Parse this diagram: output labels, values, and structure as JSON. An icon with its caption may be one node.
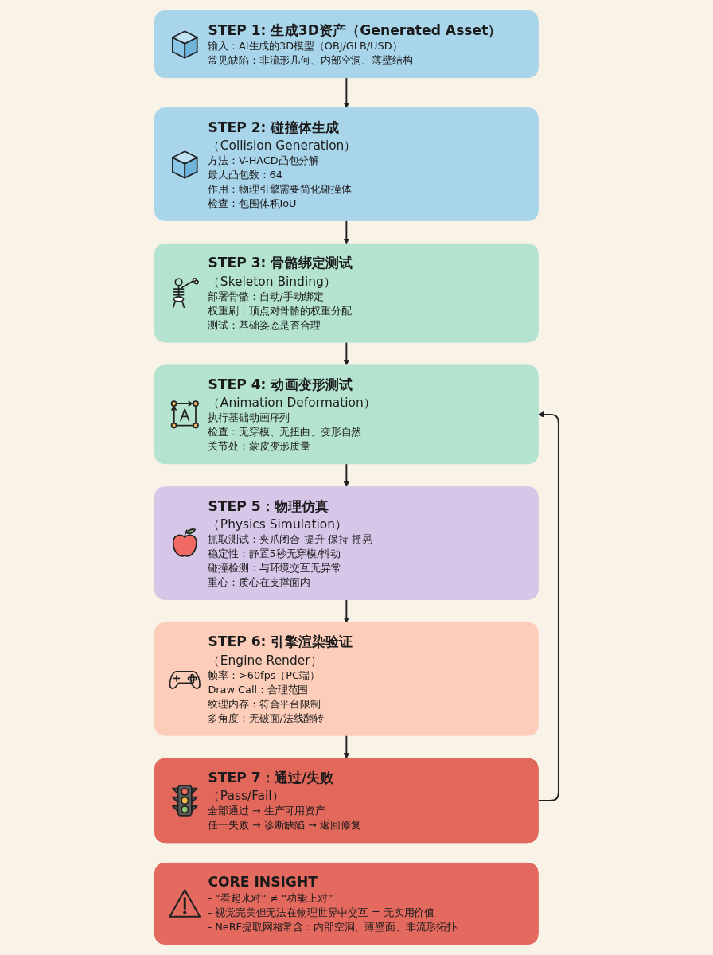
{
  "diagram": {
    "nodes": [
      {
        "text": [
          "STEP 1: 生成3D资产（Generated Asset）",
          "输入：AI生成的3D模型（OBJ/GLB/USD）",
          "常见缺陷：非流形几何、内部空洞、薄壁结构"
        ]
      },
      {
        "text": [
          "STEP 2: 碰撞体生成",
          "（Collision Generation）",
          "方法：V-HACD凸包分解",
          "最大凸包数：64",
          "作用：物理引擎需要简化碰撞体",
          "检查：包围体积IoU"
        ]
      },
      {
        "text": [
          "STEP 3: 骨骼绑定测试",
          "（Skeleton Binding）",
          "部署骨骼：自动/手动绑定",
          "权重刷：顶点对骨骼的权重分配",
          "测试：基础姿态是否合理"
        ]
      },
      {
        "text": [
          "STEP 4: 动画变形测试",
          "（Animation Deformation）",
          "执行基础动画序列",
          "检查：无穿模、无扭曲、变形自然",
          "关节处：蒙皮变形质量"
        ]
      },
      {
        "text": [
          "STEP 5：物理仿真",
          "（Physics Simulation）",
          "抓取测试：夹爪闭合-提升-保持-摇晃",
          "稳定性：静置5秒无穿模/抖动",
          "碰撞检测：与环境交互无异常",
          "重心：质心在支撑面内"
        ]
      },
      {
        "text": [
          "STEP 6: 引擎渲染验证",
          "（Engine Render）",
          "帧率：>60fps（PC端）",
          "Draw Call：合理范围",
          "纹理内存：符合平台限制",
          "多角度：无破面/法线翻转"
        ]
      },
      {
        "text": [
          "STEP 7：通过/失败",
          "（Pass/Fail）",
          "全部通过 → 生产可用资产",
          "任一失败 → 诊断缺陷 → 返回修复"
        ]
      },
      {
        "text": [
          "CORE INSIGHT",
          "- “看起来对” ≠ “功能上对”",
          "- 视觉完美但无法在物理世界中交互 = 无实用价值",
          "- NeRF提取网格常含：内部空洞、薄壁面、非流形拓扑"
        ]
      }
    ],
    "edges": [
      {
        "from": 0,
        "to": 1,
        "arrow": "to"
      },
      {
        "from": 1,
        "to": 2,
        "arrow": "to"
      },
      {
        "from": 2,
        "to": 3,
        "arrow": "to"
      },
      {
        "from": 3,
        "to": 4,
        "arrow": "to"
      },
      {
        "from": 4,
        "to": 5,
        "arrow": "to"
      },
      {
        "from": 5,
        "to": 6,
        "arrow": "to"
      },
      {
        "from": 6,
        "to": 3,
        "arrow": "to"
      }
    ]
  }
}
